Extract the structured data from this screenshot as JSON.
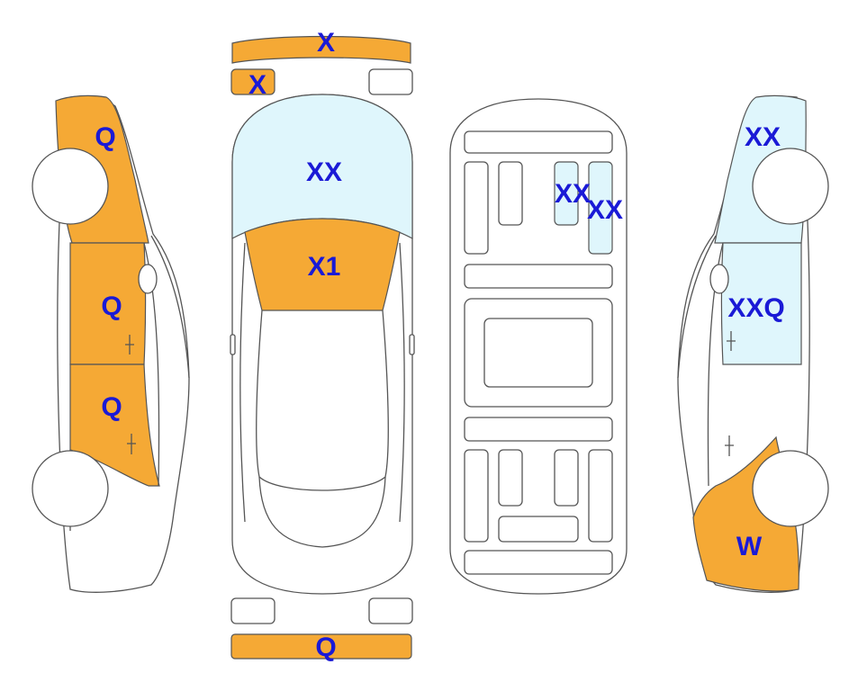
{
  "colors": {
    "damage_orange": "#f5a935",
    "damage_lightblue": "#dff6fc",
    "outline": "#555555",
    "label": "#1a1ad6",
    "background": "#ffffff"
  },
  "labels": {
    "front_bumper": "X",
    "front_left_light": "X",
    "hood": "XX",
    "windshield": "X1",
    "left_front_fender": "Q",
    "left_front_door": "Q",
    "left_rear_door": "Q",
    "rear_bumper": "Q",
    "roof_panel_a": "XX",
    "roof_panel_b": "XX",
    "right_front_fender": "XX",
    "right_front_door": "XXQ",
    "right_rear_quarter": "W"
  }
}
